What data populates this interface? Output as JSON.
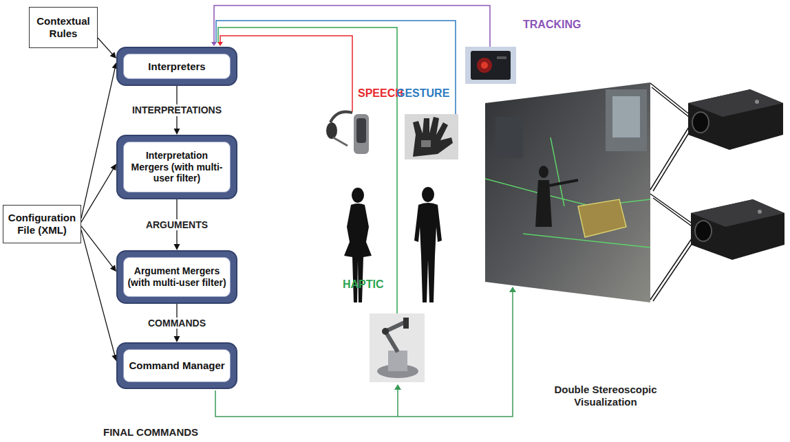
{
  "diagram": {
    "nodes": [
      {
        "text": [
          "Contextual Rules"
        ]
      },
      {
        "text": [
          "Interpreters"
        ]
      },
      {
        "text": [
          "Interpretation Mergers (with multi-user filter)"
        ]
      },
      {
        "text": [
          "Configuration File (XML)"
        ]
      },
      {
        "text": [
          "Argument Mergers (with multi-user filter)"
        ]
      },
      {
        "text": [
          "Command Manager"
        ]
      }
    ],
    "edges": [
      {
        "from": 0,
        "to": 1,
        "arrow": "to"
      },
      {
        "from": 3,
        "to": 1,
        "arrow": "to"
      },
      {
        "from": 3,
        "to": 2,
        "arrow": "to"
      },
      {
        "from": 3,
        "to": 4,
        "arrow": "to"
      },
      {
        "from": 3,
        "to": 5,
        "arrow": "to"
      },
      {
        "from": 1,
        "to": 2,
        "label": "INTERPRETATIONS",
        "arrow": "to"
      },
      {
        "from": 2,
        "to": 4,
        "label": "ARGUMENTS",
        "arrow": "to"
      },
      {
        "from": 4,
        "to": 5,
        "label": "COMMANDS",
        "arrow": "to"
      }
    ],
    "labels": [
      "SPEECH",
      "GESTURE",
      "TRACKING",
      "HAPTIC",
      "FINAL COMMANDS",
      "Double Stereoscopic Visualization"
    ]
  }
}
